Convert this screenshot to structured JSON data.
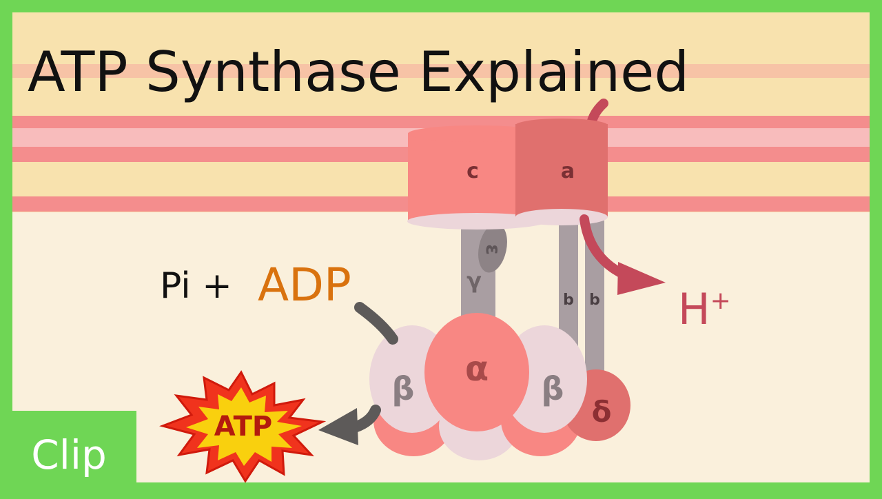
{
  "title": "ATP Synthase Explained",
  "labels": {
    "pi_plus": "Pi +",
    "adp": "ADP",
    "atp": "ATP",
    "h_plus_base": "H",
    "h_plus_sup": "+",
    "clip_badge": "Clip"
  },
  "subunits": {
    "c": "c",
    "a": "a",
    "gamma": "γ",
    "epsilon": "ε",
    "b_left": "b",
    "b_right": "b",
    "alpha": "α",
    "beta_left": "β",
    "beta_right": "β",
    "delta": "δ"
  },
  "colors": {
    "border_green": "#6fd655",
    "background_cream": "#faf0dc",
    "membrane_yellow": "#f8e2ae",
    "membrane_pink": "#f48d8d",
    "membrane_light_pink": "#f8bcbc",
    "coral": "#f88783",
    "dark_coral": "#e0706e",
    "light_pink": "#ecd6da",
    "stalk_gray": "#a99ea2",
    "adp_orange": "#d9720e",
    "h_plus_red": "#c4495a",
    "arrow_gray": "#5d5a59",
    "atp_burst_red": "#f0331d",
    "atp_burst_yellow": "#f9d00e"
  }
}
